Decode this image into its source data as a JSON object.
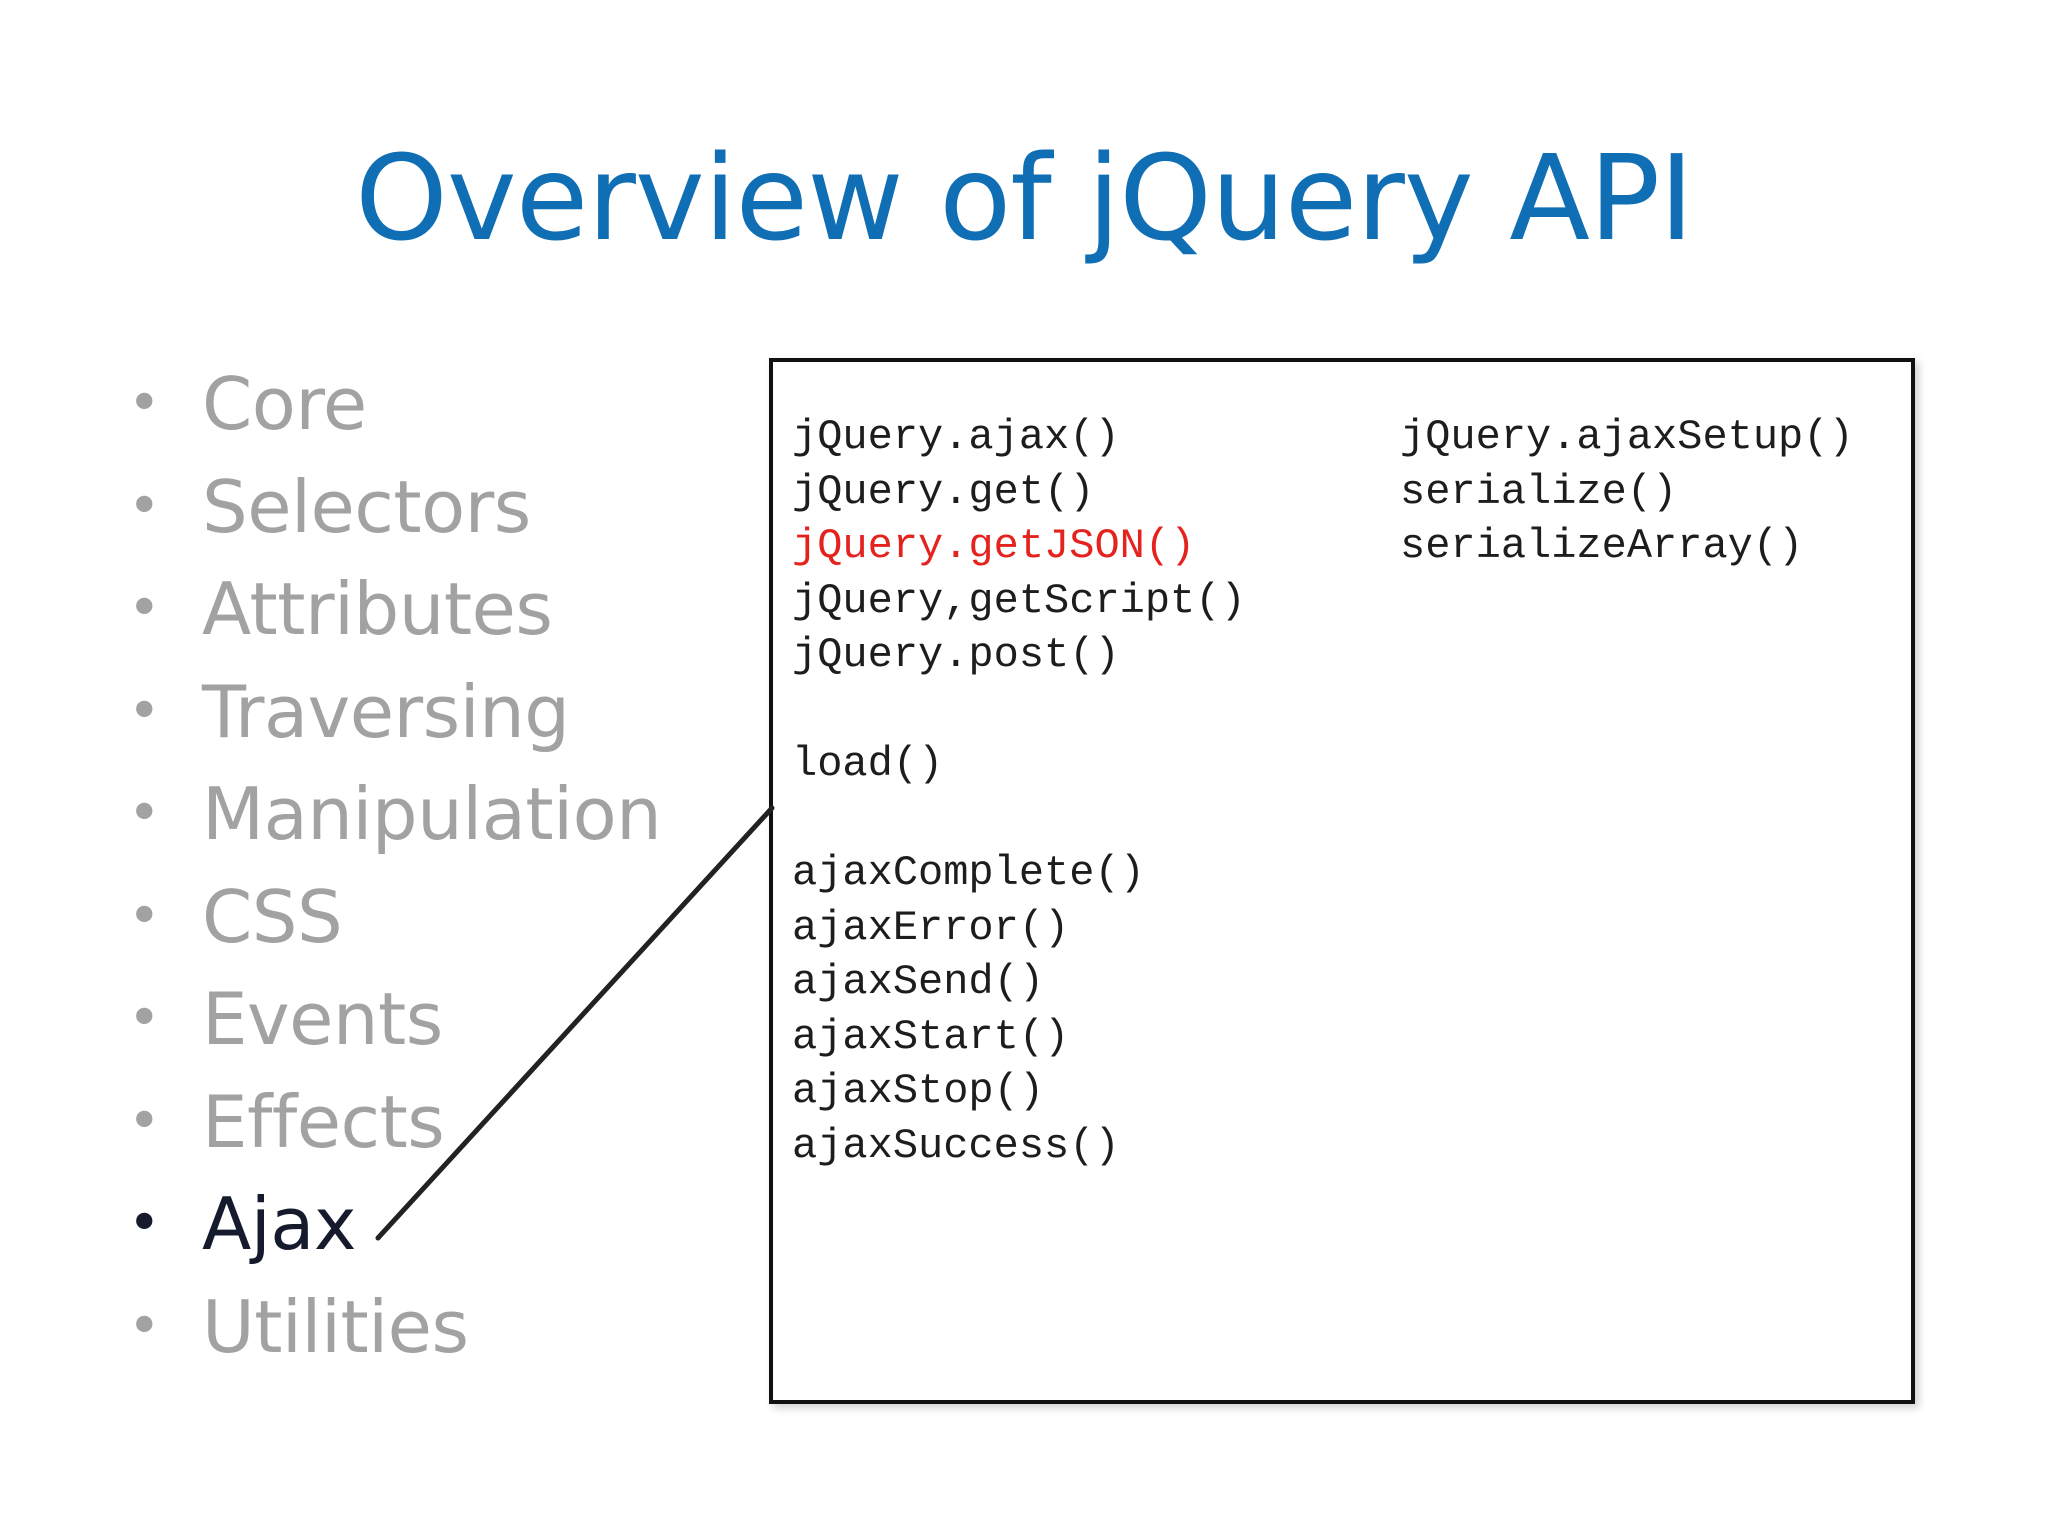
{
  "slide": {
    "title": "Overview of jQuery API",
    "colors": {
      "title": "#0f6eb4",
      "inactive_topic": "#a2a2a2",
      "active_topic": "#151a2d",
      "highlight_code": "#e4231f"
    }
  },
  "topics": [
    {
      "bullet": "•",
      "label": "Core"
    },
    {
      "bullet": "•",
      "label": "Selectors"
    },
    {
      "bullet": "•",
      "label": "Attributes"
    },
    {
      "bullet": "•",
      "label": "Traversing"
    },
    {
      "bullet": "•",
      "label": "Manipulation"
    },
    {
      "bullet": "•",
      "label": "CSS"
    },
    {
      "bullet": "•",
      "label": "Events"
    },
    {
      "bullet": "•",
      "label": "Effects"
    },
    {
      "bullet": "•",
      "label": "Ajax"
    },
    {
      "bullet": "•",
      "label": "Utilities"
    }
  ],
  "code_box": {
    "left_column": [
      "jQuery.ajax()",
      "jQuery.get()",
      "jQuery.getJSON()",
      "jQuery,getScript()",
      "jQuery.post()",
      "",
      "load()",
      "",
      "ajaxComplete()",
      "ajaxError()",
      "ajaxSend()",
      "ajaxStart()",
      "ajaxStop()",
      "ajaxSuccess()"
    ],
    "right_column": [
      "jQuery.ajaxSetup()",
      "serialize()",
      "serializeArray()"
    ]
  }
}
